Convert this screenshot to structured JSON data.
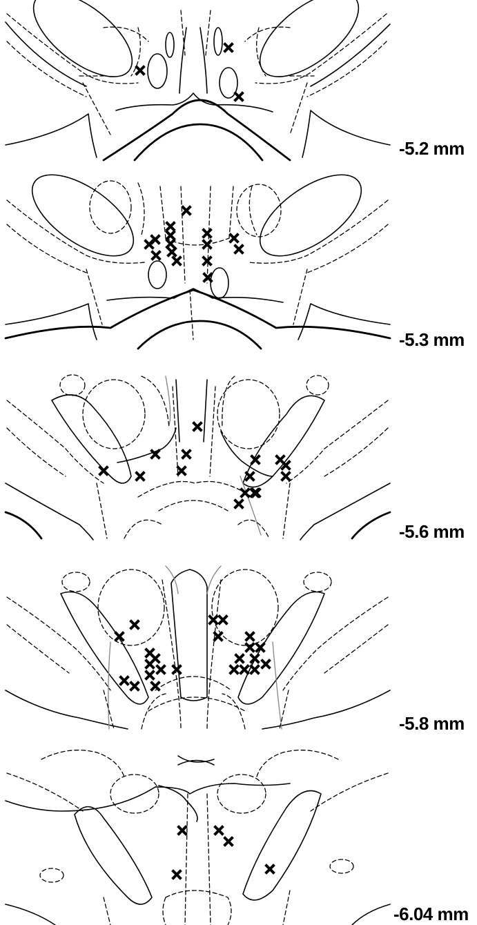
{
  "sections": [
    {
      "id": "s1",
      "label": "-5.2 mm",
      "marker_count": 3
    },
    {
      "id": "s2",
      "label": "-5.3 mm",
      "marker_count": 15
    },
    {
      "id": "s3",
      "label": "-5.6 mm",
      "marker_count": 15
    },
    {
      "id": "s4",
      "label": "-5.8 mm",
      "marker_count": 23
    },
    {
      "id": "s5",
      "label": "-6.04 mm",
      "marker_count": 5
    }
  ],
  "marker_symbol": "cross-mark",
  "colors": {
    "outline": "#000000",
    "secondary": "#8a8a8a",
    "background": "#ffffff"
  }
}
